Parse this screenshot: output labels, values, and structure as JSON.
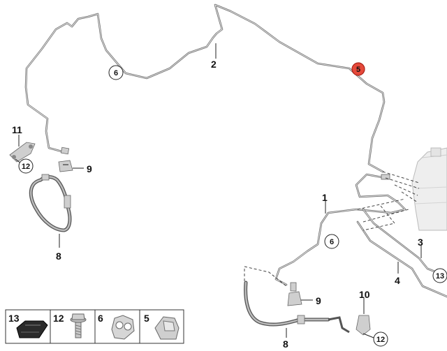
{
  "callouts": {
    "c1": "1",
    "c2": "2",
    "c3": "3",
    "c4": "4",
    "c5_highlight": "5",
    "c6_top": "6",
    "c6_mid": "6",
    "c8_left": "8",
    "c8_bottom": "8",
    "c9_left": "9",
    "c9_bottom": "9",
    "c10": "10",
    "c11": "11",
    "c12_left": "12",
    "c12_bottom": "12",
    "c13_right": "13"
  },
  "legend": {
    "items": [
      {
        "number": "13",
        "icon": "rubber-grommet-icon"
      },
      {
        "number": "12",
        "icon": "bolt-icon"
      },
      {
        "number": "6",
        "icon": "pipe-clip-icon"
      },
      {
        "number": "5",
        "icon": "pipe-holder-icon"
      }
    ]
  },
  "colors": {
    "highlight": "#e5493a",
    "line": "#666666"
  }
}
